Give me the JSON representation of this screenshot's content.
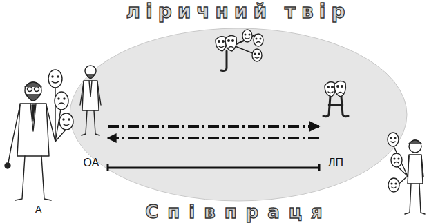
{
  "diagram": {
    "nodes": [
      {
        "text": [
          "ліричний твір",
          "Співпраця"
        ]
      },
      {
        "text": [
          "ОА"
        ],
        "in": 0
      },
      {
        "text": [
          "ЛП"
        ],
        "in": 0
      }
    ],
    "edges": [
      {
        "from": 1,
        "to": 2,
        "arrow": "to"
      },
      {
        "from": 2,
        "to": 1,
        "arrow": "to"
      },
      {
        "from": 1,
        "to": 2,
        "arrow": "none"
      }
    ],
    "labels": [
      "А"
    ]
  }
}
